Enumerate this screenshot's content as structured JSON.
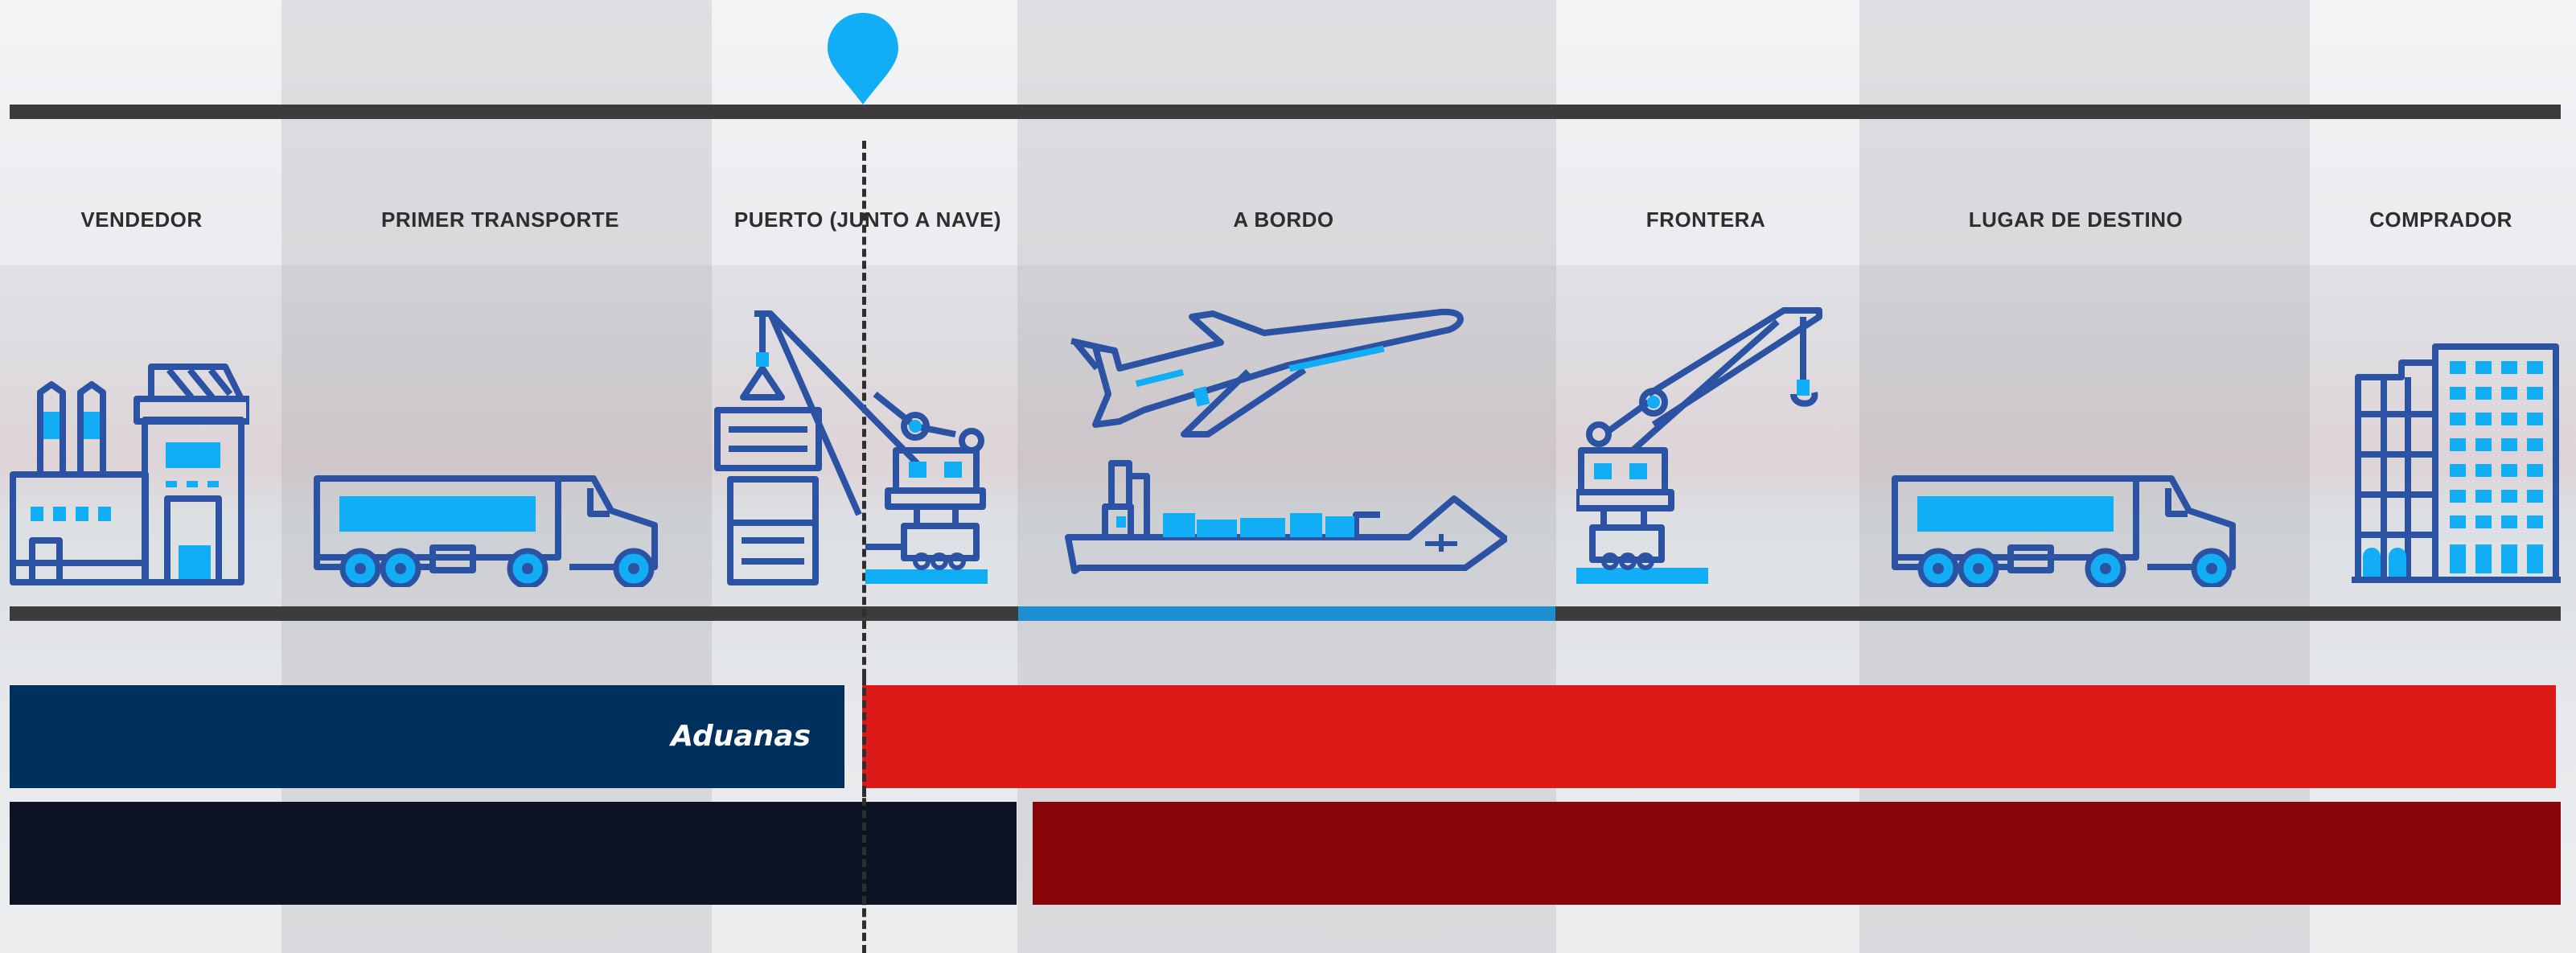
{
  "stages": [
    {
      "label": "VENDEDOR",
      "icon": "factory-icon"
    },
    {
      "label": "PRIMER TRANSPORTE",
      "icon": "truck-icon"
    },
    {
      "label": "PUERTO (JUNTO A NAVE)",
      "icon": "port-crane-icon"
    },
    {
      "label": "A BORDO",
      "icon": "plane-and-ship-icon"
    },
    {
      "label": "FRONTERA",
      "icon": "crane-icon"
    },
    {
      "label": "LUGAR DE DESTINO",
      "icon": "truck-icon"
    },
    {
      "label": "COMPRADOR",
      "icon": "building-icon"
    }
  ],
  "bars": {
    "seller_customs_label": "Aduanas"
  },
  "colors": {
    "rail": "#3c3c3c",
    "rail_accent": "#1e8ed0",
    "icon_stroke": "#2c53a3",
    "icon_fill": "#12aef5",
    "pin": "#12aef5",
    "seller_risk": "#00305e",
    "buyer_risk": "#dc1a17",
    "seller_cost": "#0c1324",
    "buyer_cost": "#870508"
  }
}
